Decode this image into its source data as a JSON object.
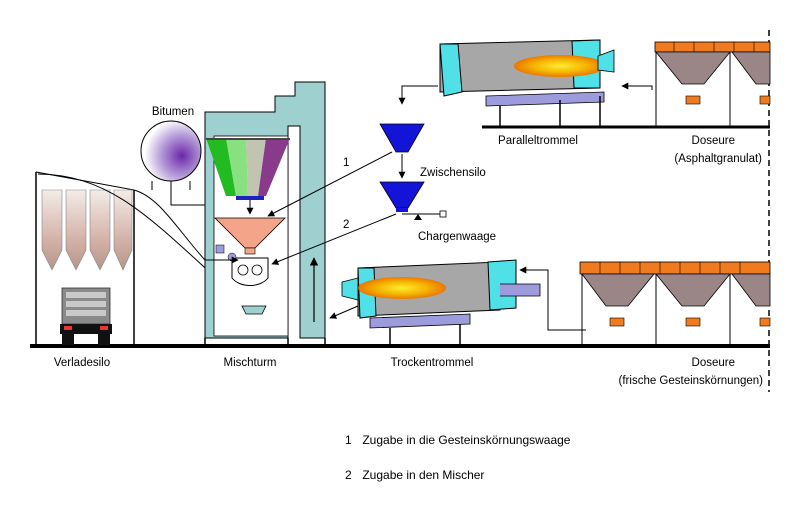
{
  "labels": {
    "bitumen": "Bitumen",
    "paralleltrommel": "Paralleltrommel",
    "doseure_top": "Doseure",
    "doseure_top_sub": "(Asphaltgranulat)",
    "zwischensilo": "Zwischensilo",
    "chargenwaage": "Chargenwaage",
    "marker_1": "1",
    "marker_2": "2",
    "verladesilo": "Verladesilo",
    "mischturm": "Mischturm",
    "trockentrommel": "Trockentrommel",
    "doseure_bottom": "Doseure",
    "doseure_bottom_sub": "(frische Gesteinskörnungen)"
  },
  "legend": [
    {
      "num": "1",
      "text": "Zugabe in die Gesteinskörnungswaage"
    },
    {
      "num": "2",
      "text": "Zugabe in den Mischer"
    }
  ],
  "colors": {
    "frame": "#9fd0d0",
    "drum": "#a7a7a7",
    "drum_end": "#4fe0e8",
    "flame": "#f4b000",
    "blue_funnel": "#1414d8",
    "hopper_top": "#f07a1e",
    "hopper_body": "#9a8686",
    "scale": "#f4a488",
    "support": "#9c9cdc",
    "truck": "#8a8a8a"
  }
}
